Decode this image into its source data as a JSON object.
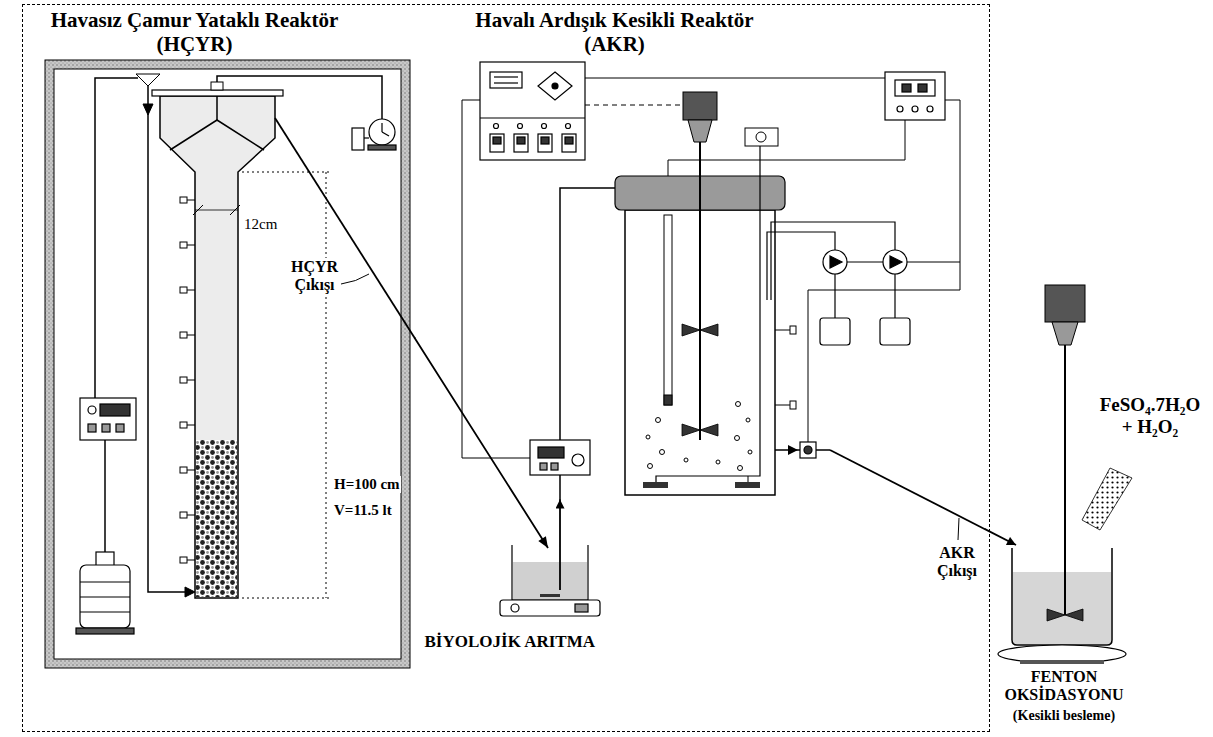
{
  "diagram": {
    "nodes": [
      {
        "text": [
          "BİYOLOJİK ARITMA"
        ]
      },
      {
        "text": [
          "Havasız Çamur Yataklı Reaktör (HÇYR)"
        ],
        "in": 0
      },
      {
        "text": [
          "Havalı Ardışık Kesikli Reaktör (AKR)"
        ],
        "in": 0
      },
      {
        "text": [
          "FENTON OKSİDASYONU",
          "(Kesikli besleme)"
        ]
      }
    ],
    "edges": [
      {
        "from": 1,
        "to": 2,
        "arrow": "to",
        "label": "HÇYR Çıkışı"
      },
      {
        "from": 2,
        "to": 3,
        "arrow": "to",
        "label": "AKR Çıkışı"
      }
    ],
    "labels": [
      "12cm",
      "H=100 cm",
      "V=11.5 lt",
      "FeSO₄.7H₂O + H₂O₂"
    ]
  }
}
